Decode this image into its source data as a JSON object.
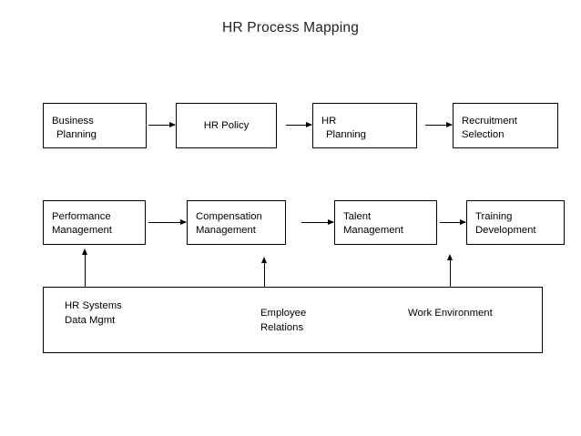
{
  "diagram": {
    "title": "HR Process Mapping",
    "rows": [
      {
        "name": "strategic-row",
        "boxes": [
          {
            "id": "business-planning",
            "line1": "Business",
            "line2": "Planning"
          },
          {
            "id": "hr-policy",
            "line1": "HR Policy",
            "line2": ""
          },
          {
            "id": "hr-planning",
            "line1": "HR",
            "line2": "Planning"
          },
          {
            "id": "recruitment-selection",
            "line1": "Recruitment",
            "line2": "Selection"
          }
        ]
      },
      {
        "name": "operational-row",
        "boxes": [
          {
            "id": "performance-management",
            "line1": "Performance",
            "line2": "Management"
          },
          {
            "id": "compensation-management",
            "line1": "Compensation",
            "line2": "Management"
          },
          {
            "id": "talent-management",
            "line1": "Talent",
            "line2": "Management"
          },
          {
            "id": "training-development",
            "line1": "Training",
            "line2": "Development"
          }
        ]
      }
    ],
    "support_band": {
      "id": "hr-support-functions",
      "labels": [
        {
          "id": "hr-systems-data-mgmt",
          "line1": "HR Systems",
          "line2": "Data Mgmt"
        },
        {
          "id": "employee-relations",
          "line1": "Employee",
          "line2": "Relations"
        },
        {
          "id": "work-environment",
          "line1": "Work Environment",
          "line2": ""
        }
      ]
    },
    "colors": {
      "background": "#ffffff",
      "stroke": "#000000",
      "title_text": "#231f20",
      "box_text": "#000000"
    }
  }
}
